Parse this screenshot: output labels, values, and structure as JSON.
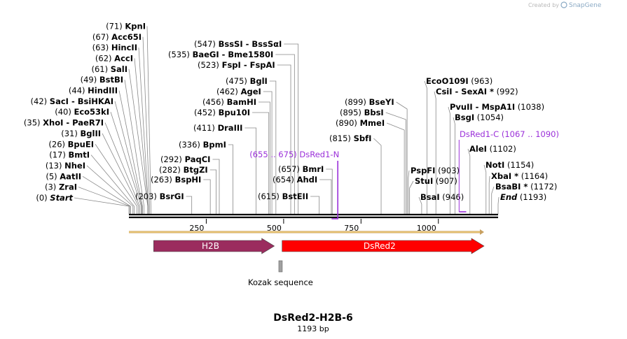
{
  "header": {
    "credit_prefix": "Created by",
    "credit_brand": "SnapGene"
  },
  "plasmid": {
    "name": "DsRed2-H2B-6",
    "length_label": "1193 bp",
    "length": 1193
  },
  "ruler": {
    "ticks": [
      {
        "value": 250,
        "label": "250"
      },
      {
        "value": 500,
        "label": "500"
      },
      {
        "value": 750,
        "label": "750"
      },
      {
        "value": 1000,
        "label": "1000"
      }
    ]
  },
  "features": [
    {
      "name": "H2B",
      "start": 80,
      "end": 470,
      "color": "#9b2c5e",
      "direction": "right"
    },
    {
      "name": "DsRed2",
      "start": 495,
      "end": 1193,
      "color": "#ff0000",
      "direction": "right"
    }
  ],
  "kozak": {
    "label": "Kozak sequence",
    "pos": 490,
    "color": "#a0a0a0"
  },
  "left_sites": [
    {
      "pos_label": "(0)",
      "name": "Start",
      "pos": 0,
      "italic": true
    },
    {
      "pos_label": "(3)",
      "name": "ZraI",
      "pos": 3
    },
    {
      "pos_label": "(5)",
      "name": "AatII",
      "pos": 5
    },
    {
      "pos_label": "(13)",
      "name": "NheI",
      "pos": 13
    },
    {
      "pos_label": "(17)",
      "name": "BmtI",
      "pos": 17
    },
    {
      "pos_label": "(26)",
      "name": "BpuEI",
      "pos": 26
    },
    {
      "pos_label": "(31)",
      "name": "BglII",
      "pos": 31
    },
    {
      "pos_label": "(35)",
      "name": "XhoI",
      "name2": "PaeR7I",
      "pos": 35
    },
    {
      "pos_label": "(40)",
      "name": "Eco53kI",
      "pos": 40
    },
    {
      "pos_label": "(42)",
      "name": "SacI",
      "name2": "BsiHKAI",
      "pos": 42
    },
    {
      "pos_label": "(44)",
      "name": "HindIII",
      "pos": 44
    },
    {
      "pos_label": "(49)",
      "name": "BstBI",
      "pos": 49
    },
    {
      "pos_label": "(61)",
      "name": "SalI",
      "pos": 61
    },
    {
      "pos_label": "(62)",
      "name": "AccI",
      "pos": 62
    },
    {
      "pos_label": "(63)",
      "name": "HincII",
      "pos": 63
    },
    {
      "pos_label": "(67)",
      "name": "Acc65I",
      "pos": 67
    },
    {
      "pos_label": "(71)",
      "name": "KpnI",
      "pos": 71
    }
  ],
  "mid_sites": [
    {
      "pos_label": "(203)",
      "name": "BsrGI",
      "pos": 203
    },
    {
      "pos_label": "(263)",
      "name": "BspHI",
      "pos": 263
    },
    {
      "pos_label": "(282)",
      "name": "BtgZI",
      "pos": 282
    },
    {
      "pos_label": "(292)",
      "name": "PaqCI",
      "pos": 292
    },
    {
      "pos_label": "(336)",
      "name": "BpmI",
      "pos": 336
    },
    {
      "pos_label": "(411)",
      "name": "DraIII",
      "pos": 411
    },
    {
      "pos_label": "(452)",
      "name": "Bpu10I",
      "pos": 452
    },
    {
      "pos_label": "(456)",
      "name": "BamHI",
      "pos": 456
    },
    {
      "pos_label": "(462)",
      "name": "AgeI",
      "pos": 462
    },
    {
      "pos_label": "(475)",
      "name": "BglI",
      "pos": 475
    },
    {
      "pos_label": "(523)",
      "name": "FspI",
      "name2": "FspAI",
      "pos": 523
    },
    {
      "pos_label": "(535)",
      "name": "BaeGI",
      "name2": "Bme1580I",
      "pos": 535
    },
    {
      "pos_label": "(547)",
      "name": "BssSI",
      "name2": "BssSαI",
      "pos": 547
    },
    {
      "pos_label": "(615)",
      "name": "BstEII",
      "pos": 615,
      "label_right": true
    },
    {
      "pos_label": "(654)",
      "name": "AhdI",
      "pos": 654,
      "label_right": true
    },
    {
      "pos_label": "(657)",
      "name": "BmrI",
      "pos": 657,
      "label_right": true
    }
  ],
  "right_sites": [
    {
      "pos_label": "(815)",
      "name": "SbfI",
      "pos": 815
    },
    {
      "pos_label": "(890)",
      "name": "MmeI",
      "pos": 890
    },
    {
      "pos_label": "(895)",
      "name": "BbsI",
      "pos": 895
    },
    {
      "pos_label": "(899)",
      "name": "BseYI",
      "pos": 899
    },
    {
      "pos_label": "(903)",
      "name": "PspFI",
      "pos": 903
    },
    {
      "pos_label": "(907)",
      "name": "StuI",
      "pos": 907
    },
    {
      "pos_label": "(946)",
      "name": "BsaI",
      "pos": 946
    },
    {
      "pos_label": "(963)",
      "name": "EcoO109I",
      "pos": 963
    },
    {
      "pos_label": "(992)",
      "name": "CsiI",
      "name2": "SexAI *",
      "pos": 992
    },
    {
      "pos_label": "(1038)",
      "name": "PvuII",
      "name2": "MspA1I",
      "pos": 1038
    },
    {
      "pos_label": "(1054)",
      "name": "BsgI",
      "pos": 1054
    },
    {
      "pos_label": "(1102)",
      "name": "AleI",
      "pos": 1102
    },
    {
      "pos_label": "(1154)",
      "name": "NotI",
      "pos": 1154
    },
    {
      "pos_label": "(1164)",
      "name": "XbaI *",
      "pos": 1164
    },
    {
      "pos_label": "(1172)",
      "name": "BsaBI *",
      "pos": 1172
    },
    {
      "pos_label": "(1193)",
      "name": "End",
      "pos": 1193,
      "italic": true
    }
  ],
  "primers": [
    {
      "name": "DsRed1-N",
      "range_label": "(655 .. 675)",
      "start": 655,
      "end": 675,
      "direction": "reverse",
      "color": "#9b30d9"
    },
    {
      "name": "DsRed1-C",
      "range_label": "(1067 .. 1090)",
      "start": 1067,
      "end": 1090,
      "direction": "forward",
      "color": "#9b30d9"
    }
  ]
}
